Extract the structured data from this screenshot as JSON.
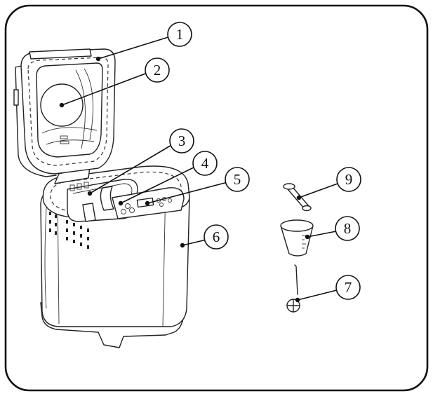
{
  "callouts": [
    {
      "label": "1"
    },
    {
      "label": "2"
    },
    {
      "label": "3"
    },
    {
      "label": "4"
    },
    {
      "label": "5"
    },
    {
      "label": "6"
    },
    {
      "label": "7"
    },
    {
      "label": "8"
    },
    {
      "label": "9"
    }
  ],
  "colors": {
    "line": "#222222",
    "background": "#ffffff"
  }
}
